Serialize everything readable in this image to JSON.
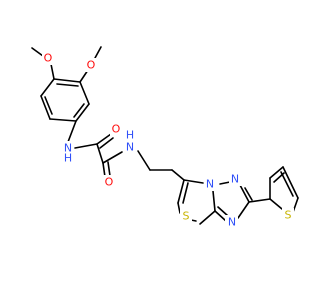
{
  "molecule": {
    "atom_labels": {
      "o_methoxy_top": "O",
      "o_methoxy_right": "O",
      "nh_anilide": "N",
      "h_anilide": "H",
      "o_amide_top": "O",
      "o_amide_bottom": "O",
      "nh_ethyl": "N",
      "h_ethyl": "H",
      "n_bridge": "N",
      "n_triazole_top": "N",
      "n_triazole_bottom": "N",
      "s_thiazole": "S",
      "s_thiophene": "S"
    },
    "colors": {
      "bond": "#000000",
      "oxygen": "#ff0d0d",
      "nitrogen": "#3050f8",
      "sulfur": "#c8b400"
    }
  }
}
